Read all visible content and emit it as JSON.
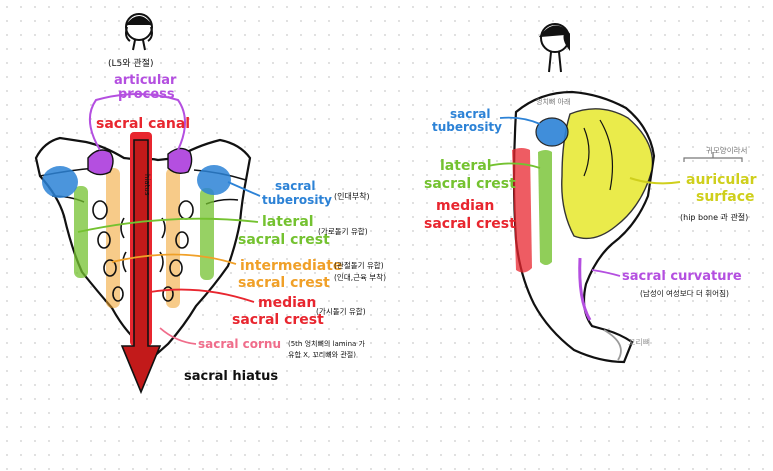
{
  "colors": {
    "purple": "#b44fe0",
    "red": "#e8262f",
    "blue": "#2c82d6",
    "green": "#74c230",
    "orange": "#f0a028",
    "yellow": "#e7e82c",
    "pink": "#f06d8b",
    "dark_red": "#c21a1a",
    "gray": "#9a9a9a",
    "ink": "#111111"
  },
  "left_figure": {
    "head_note": "(L5와 관절)",
    "articular_process": "articular process",
    "sacral_canal": "sacral canal",
    "arrow_text": "hiatus",
    "sacral_tuberosity": "sacral tuberosity",
    "sacral_tuberosity_note": "(인대부착)",
    "lateral_sacral_crest": "lateral sacral crest",
    "lateral_note": "(가로돌기 유합)",
    "intermediate_sacral_crest": "intermediate sacral crest",
    "intermediate_note_1": "(관절돌기 유합)",
    "intermediate_note_2": "(인대,근육 부착)",
    "median_sacral_crest": "median sacral crest",
    "median_note": "(가시돌기 유합)",
    "sacral_cornu": "sacral cornu",
    "cornu_note_1": "(5th 엉치뼈의 lamina 가",
    "cornu_note_2": "유합 X, 꼬리뼈와 관절)",
    "sacral_hiatus": "sacral hiatus"
  },
  "right_figure": {
    "top_note": "엉치뼈 아래",
    "sacral_tuberosity": "sacral tuberosity",
    "lateral_sacral_crest": "lateral sacral crest",
    "median_sacral_crest": "median sacral crest",
    "auricular_note": "귀모양이라서",
    "auricular_surface": "auricular surface",
    "auricular_sub": "(hip bone 과 관절)",
    "sacral_curvature": "sacral curvature",
    "curvature_note": "(남성이 여성보다 더 휘어짐)",
    "coccyx_note": "꼬리뼈"
  }
}
